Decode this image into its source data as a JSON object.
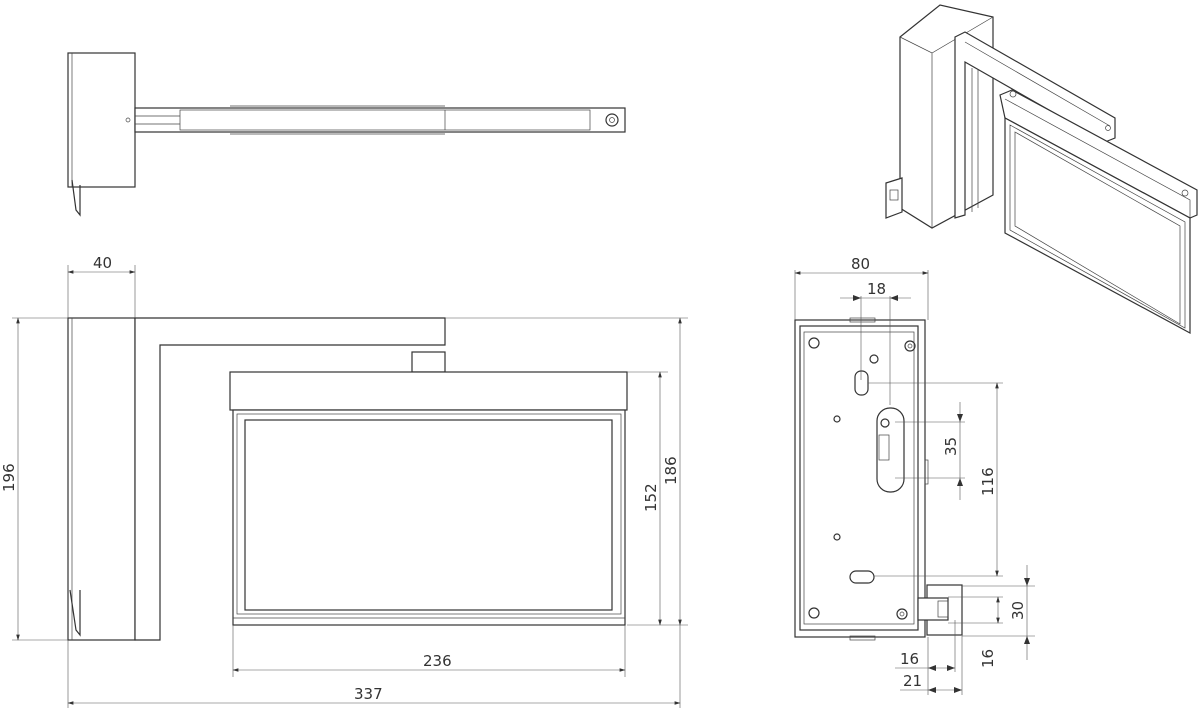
{
  "dimensions": {
    "front_view": {
      "wall_depth": "40",
      "total_height": "196",
      "sign_height_total": "186",
      "sign_panel_height": "152",
      "sign_width": "236",
      "total_width": "337"
    },
    "rear_view": {
      "width": "80",
      "slot_offset": "18",
      "inner_spacing": "35",
      "slot_spacing": "116",
      "bracket_height": "30",
      "bracket_offset_vertical": "16",
      "bracket_offset_horizontal": "16",
      "bracket_width": "21"
    }
  },
  "colors": {
    "line": "#333333",
    "background": "#ffffff"
  }
}
